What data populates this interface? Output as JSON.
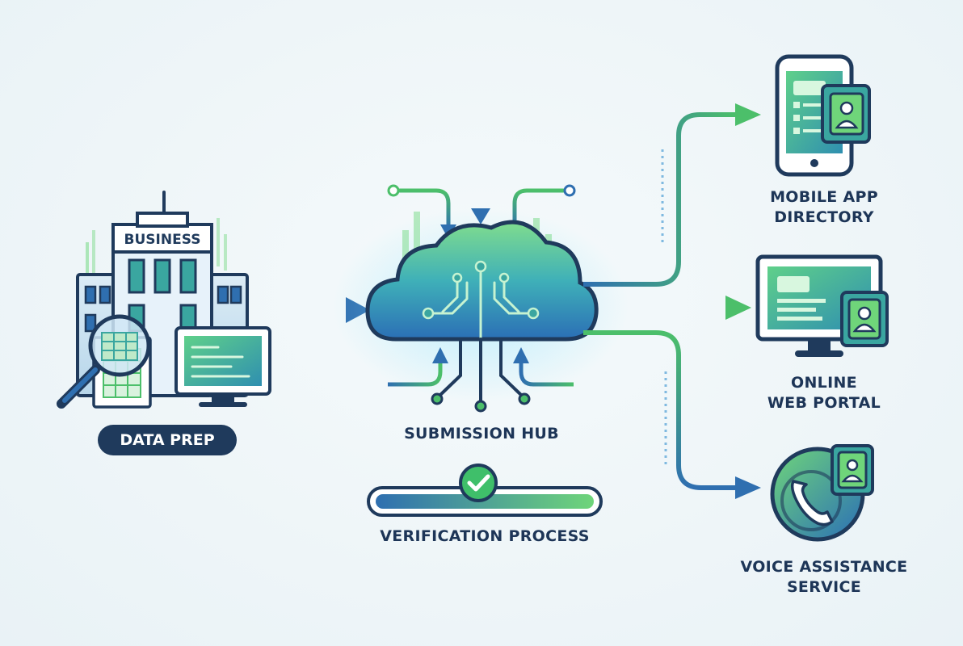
{
  "colors": {
    "navy": "#1f3a5c",
    "blue": "#2f6fb0",
    "green": "#4cbf6a",
    "teal": "#3aa6a0",
    "light_blue": "#cfe6f5"
  },
  "source": {
    "sign_text": "BUSINESS",
    "label": "DATA PREP"
  },
  "hub": {
    "label": "SUBMISSION HUB"
  },
  "verification": {
    "label": "VERIFICATION PROCESS",
    "progress": 1.0,
    "status_icon": "checkmark-icon"
  },
  "destinations": [
    {
      "line1": "MOBILE APP",
      "line2": "DIRECTORY",
      "icon": "smartphone-icon"
    },
    {
      "line1": "ONLINE",
      "line2": "WEB PORTAL",
      "icon": "monitor-icon"
    },
    {
      "line1": "VOICE ASSISTANCE",
      "line2": "SERVICE",
      "icon": "phone-icon"
    }
  ]
}
